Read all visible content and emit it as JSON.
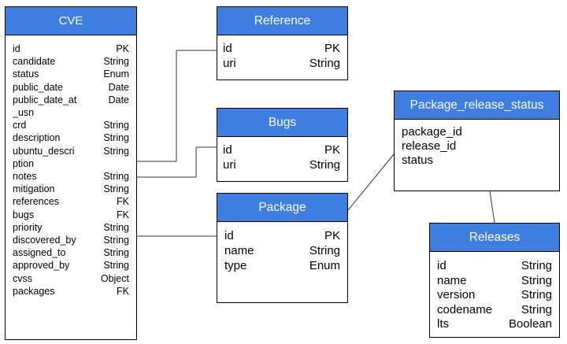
{
  "entities": {
    "cve": {
      "title": "CVE",
      "fields": [
        {
          "name": "id",
          "type": "PK"
        },
        {
          "name": "candidate",
          "type": "String"
        },
        {
          "name": "status",
          "type": "Enum"
        },
        {
          "name": "public_date",
          "type": "Date"
        },
        {
          "name": "public_date_at",
          "type": "Date"
        },
        {
          "name": "_usn",
          "type": ""
        },
        {
          "name": "crd",
          "type": "String"
        },
        {
          "name": "description",
          "type": "String"
        },
        {
          "name": "ubuntu_descri",
          "type": "String"
        },
        {
          "name": "ption",
          "type": ""
        },
        {
          "name": "notes",
          "type": "String"
        },
        {
          "name": "mitigation",
          "type": "String"
        },
        {
          "name": "references",
          "type": "FK"
        },
        {
          "name": "bugs",
          "type": "FK"
        },
        {
          "name": "priority",
          "type": "String"
        },
        {
          "name": "discovered_by",
          "type": "String"
        },
        {
          "name": "assigned_to",
          "type": "String"
        },
        {
          "name": "approved_by",
          "type": "String"
        },
        {
          "name": "cvss",
          "type": "Object"
        },
        {
          "name": "packages",
          "type": "FK"
        }
      ]
    },
    "reference": {
      "title": "Reference",
      "fields": [
        {
          "name": "id",
          "type": "PK"
        },
        {
          "name": "uri",
          "type": "String"
        }
      ]
    },
    "bugs": {
      "title": "Bugs",
      "fields": [
        {
          "name": "id",
          "type": "PK"
        },
        {
          "name": "uri",
          "type": "String"
        }
      ]
    },
    "package": {
      "title": "Package",
      "fields": [
        {
          "name": "id",
          "type": "PK"
        },
        {
          "name": "name",
          "type": "String"
        },
        {
          "name": "type",
          "type": "Enum"
        }
      ]
    },
    "package_release_status": {
      "title": "Package_release_status",
      "fields": [
        {
          "name": "package_id",
          "type": ""
        },
        {
          "name": "release_id",
          "type": ""
        },
        {
          "name": "status",
          "type": ""
        }
      ]
    },
    "releases": {
      "title": "Releases",
      "fields": [
        {
          "name": "id",
          "type": "String"
        },
        {
          "name": "name",
          "type": "String"
        },
        {
          "name": "version",
          "type": "String"
        },
        {
          "name": "codename",
          "type": "String"
        },
        {
          "name": "lts",
          "type": "Boolean"
        }
      ]
    }
  },
  "colors": {
    "header": "#3d7ee0",
    "header_text": "#ffffff",
    "border": "#000000",
    "connector": "#333333"
  }
}
